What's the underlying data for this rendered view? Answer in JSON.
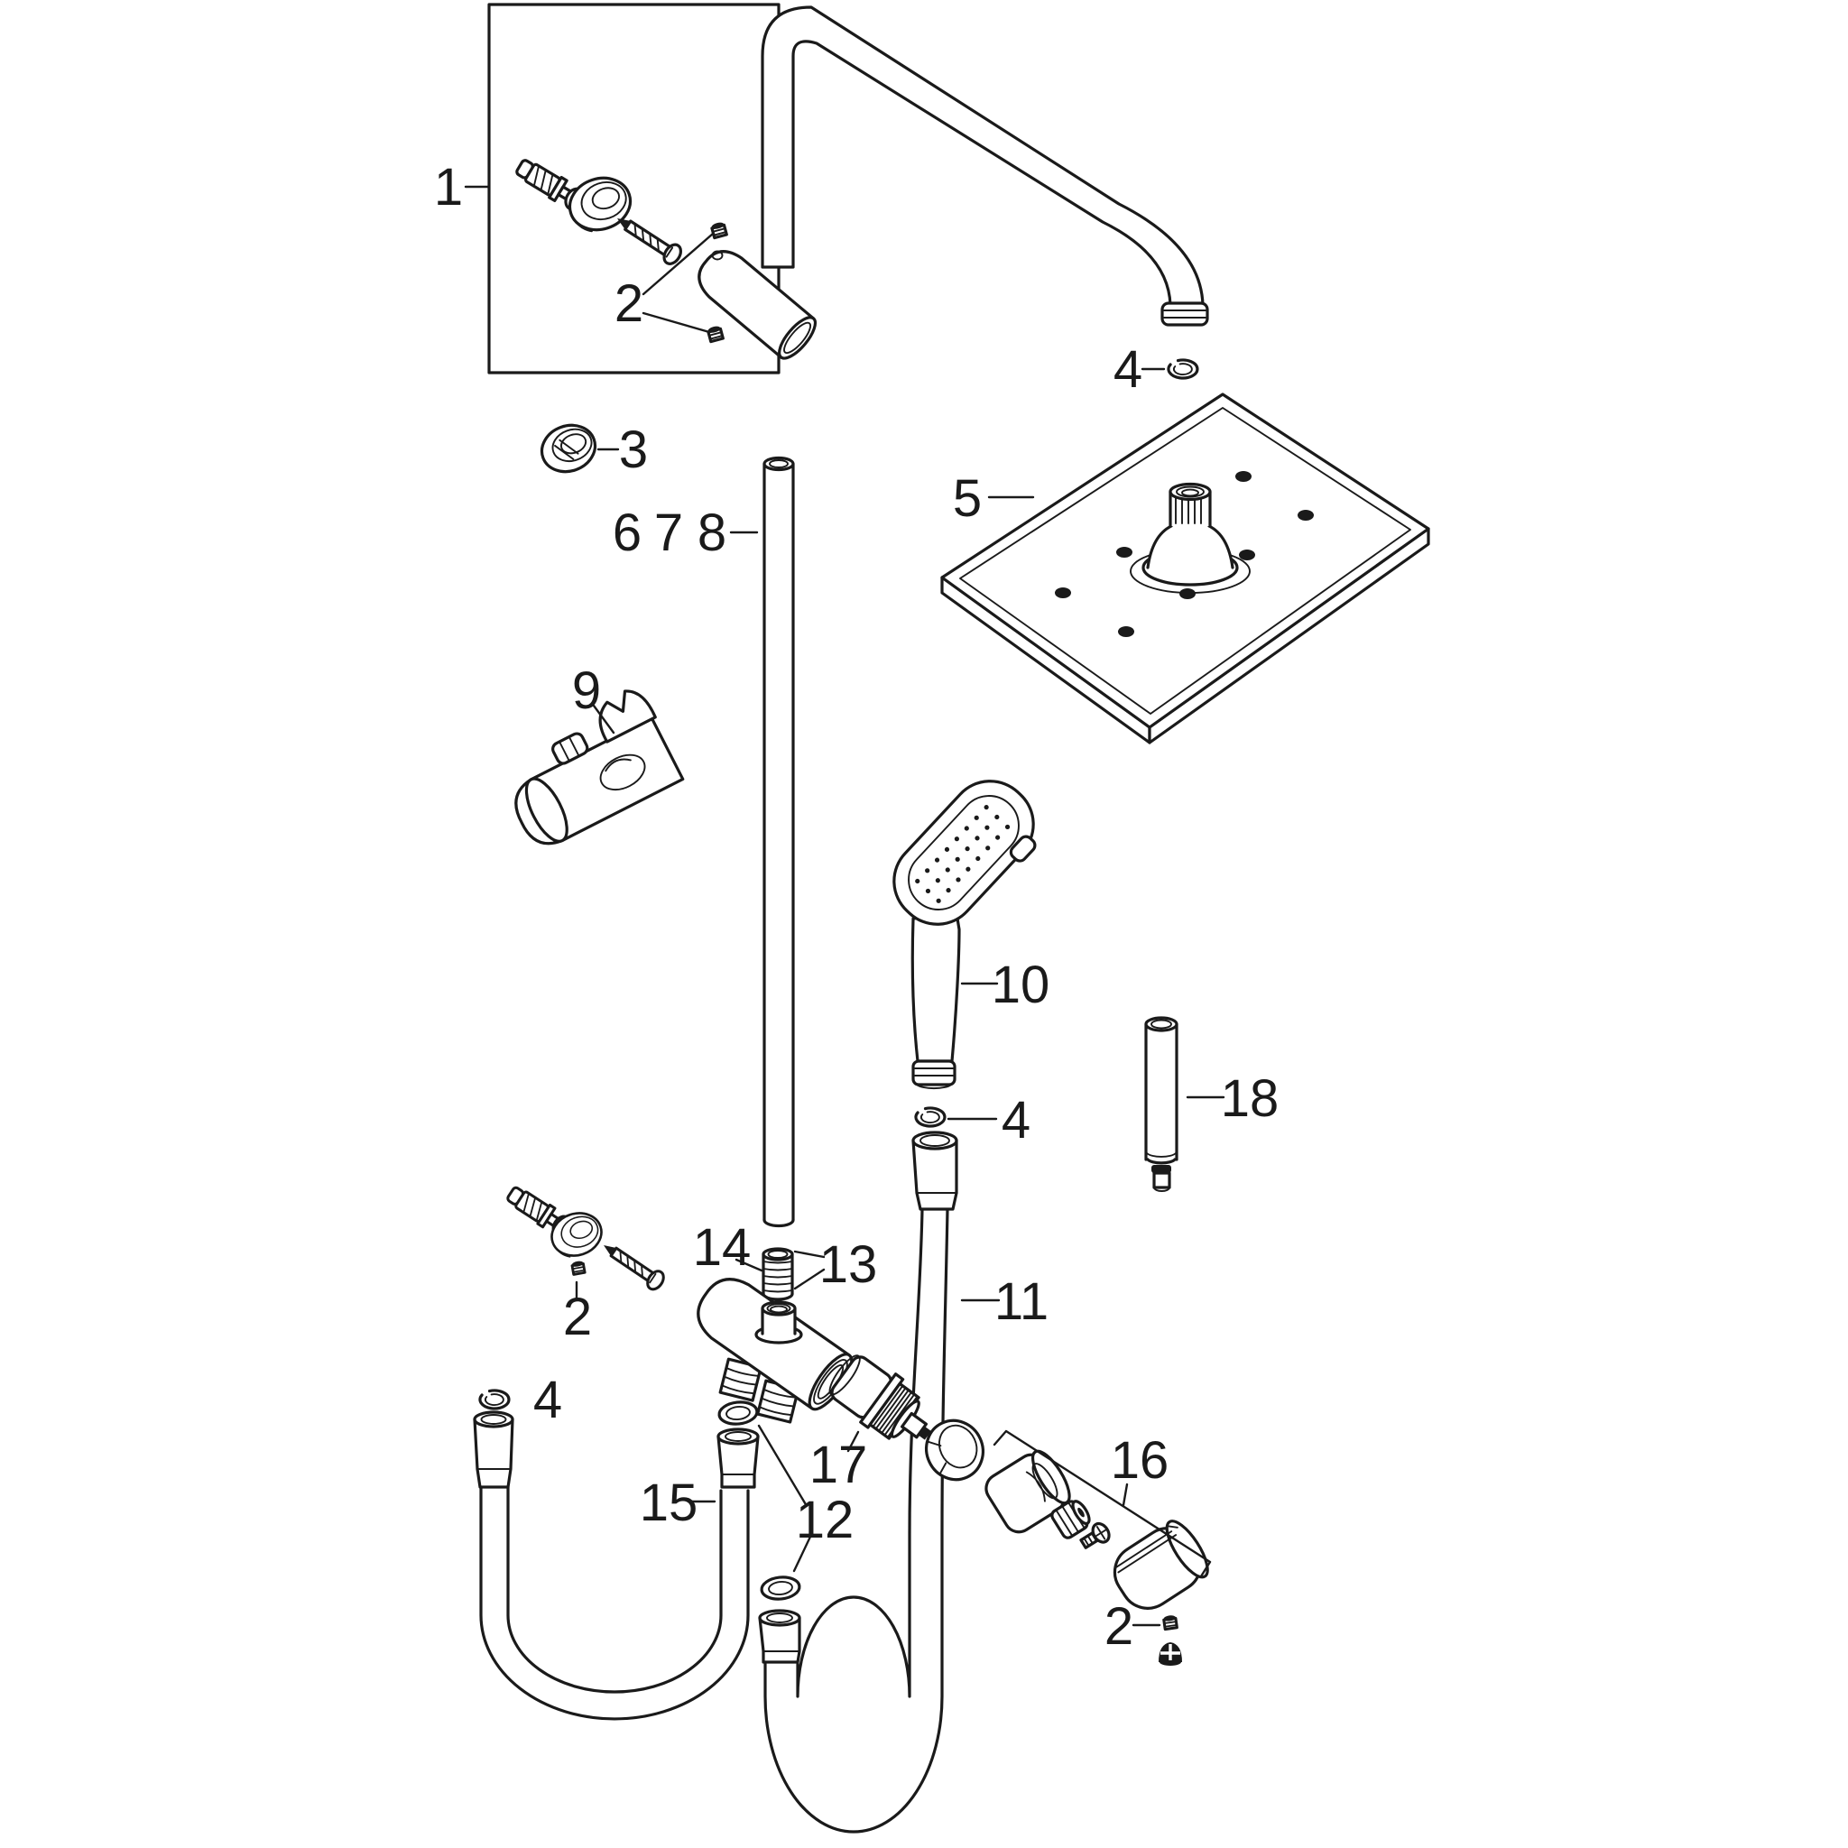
{
  "canvas": {
    "background": "#ffffff",
    "line_color": "#1a1a1a",
    "label_color": "#1a1a1a"
  },
  "diagram": {
    "kind": "exploded-parts-diagram",
    "subject": "shower-system-spare-parts"
  },
  "callouts": [
    {
      "label": "1",
      "target": "wall-mount-set-box"
    },
    {
      "label": "2",
      "target": "bracket-set-screws"
    },
    {
      "label": "3",
      "target": "retaining-ring"
    },
    {
      "label": "4",
      "target": "shower-arm-gasket"
    },
    {
      "label": "5",
      "target": "overhead-shower-plate"
    },
    {
      "label": "6",
      "target": "riser-pipe"
    },
    {
      "label": "7",
      "target": "riser-pipe"
    },
    {
      "label": "8",
      "target": "riser-pipe"
    },
    {
      "label": "9",
      "target": "slider-holder"
    },
    {
      "label": "10",
      "target": "hand-shower"
    },
    {
      "label": "4",
      "target": "hose-gasket"
    },
    {
      "label": "18",
      "target": "extension-pipe"
    },
    {
      "label": "11",
      "target": "shower-hose"
    },
    {
      "label": "14",
      "target": "connector-nipple"
    },
    {
      "label": "13",
      "target": "nipple-seals"
    },
    {
      "label": "2",
      "target": "lower-bracket-set-screw"
    },
    {
      "label": "4",
      "target": "hose-end-gasket"
    },
    {
      "label": "15",
      "target": "connection-hose"
    },
    {
      "label": "12",
      "target": "valve-gaskets"
    },
    {
      "label": "17",
      "target": "valve-cartridge"
    },
    {
      "label": "16",
      "target": "handle-assembly"
    },
    {
      "label": "2",
      "target": "handle-set-screw"
    }
  ]
}
